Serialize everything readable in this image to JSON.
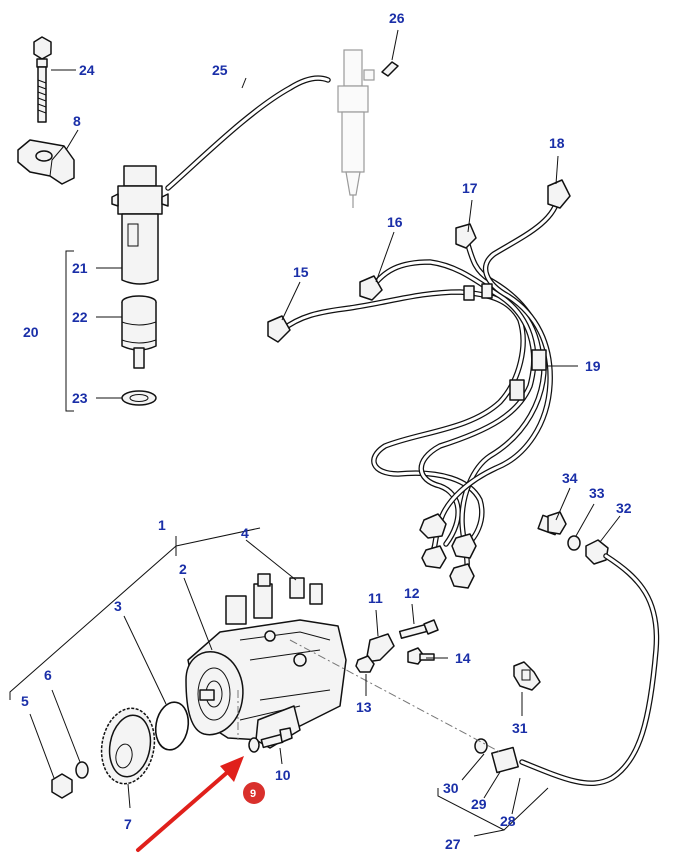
{
  "diagram": {
    "callouts": {
      "c1": "1",
      "c2": "2",
      "c3": "3",
      "c4": "4",
      "c5": "5",
      "c6": "6",
      "c7": "7",
      "c8": "8",
      "c9": "9",
      "c10": "10",
      "c11": "11",
      "c12": "12",
      "c13": "13",
      "c14": "14",
      "c15": "15",
      "c16": "16",
      "c17": "17",
      "c18": "18",
      "c19": "19",
      "c20": "20",
      "c21": "21",
      "c22": "22",
      "c23": "23",
      "c24": "24",
      "c25": "25",
      "c26": "26",
      "c27": "27",
      "c28": "28",
      "c29": "29",
      "c30": "30",
      "c31": "31",
      "c32": "32",
      "c33": "33",
      "c34": "34"
    },
    "colors": {
      "callout_text": "#1a2fa8",
      "highlight_badge": "#d9302c",
      "highlight_arrow": "#e0201b",
      "line_art": "#111111"
    },
    "highlighted_part": "9"
  }
}
